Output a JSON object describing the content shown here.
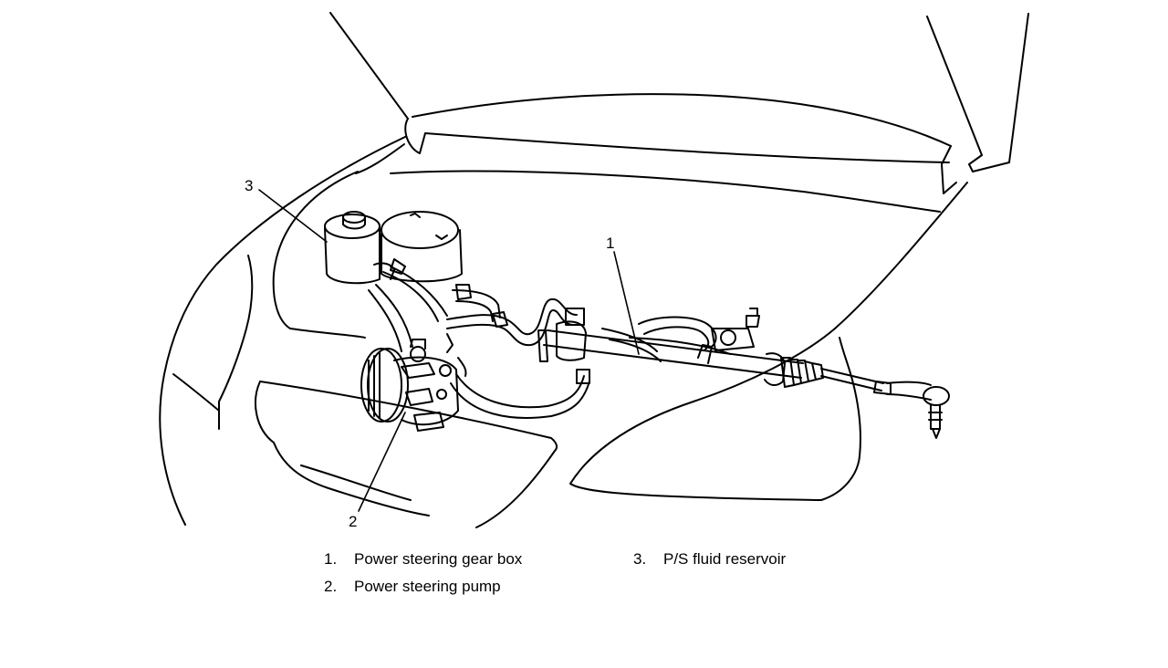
{
  "callouts": [
    {
      "id": "1",
      "label": "1"
    },
    {
      "id": "2",
      "label": "2"
    },
    {
      "id": "3",
      "label": "3"
    }
  ],
  "legend": [
    {
      "number": "1.",
      "text": "Power steering gear box"
    },
    {
      "number": "2.",
      "text": "Power steering pump"
    },
    {
      "number": "3.",
      "text": "P/S fluid reservoir"
    }
  ]
}
